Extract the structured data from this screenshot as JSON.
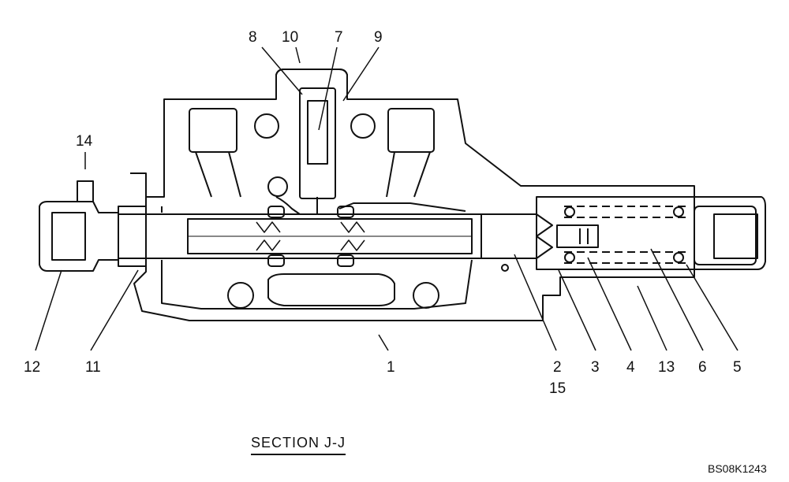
{
  "section_title": "SECTION  J-J",
  "drawing_code": "BS08K1243",
  "callouts": [
    "8",
    "10",
    "7",
    "9",
    "14",
    "12",
    "11",
    "1",
    "2",
    "15",
    "3",
    "4",
    "13",
    "6",
    "5"
  ],
  "colors": {
    "ink": "#111111",
    "paper": "#ffffff"
  }
}
